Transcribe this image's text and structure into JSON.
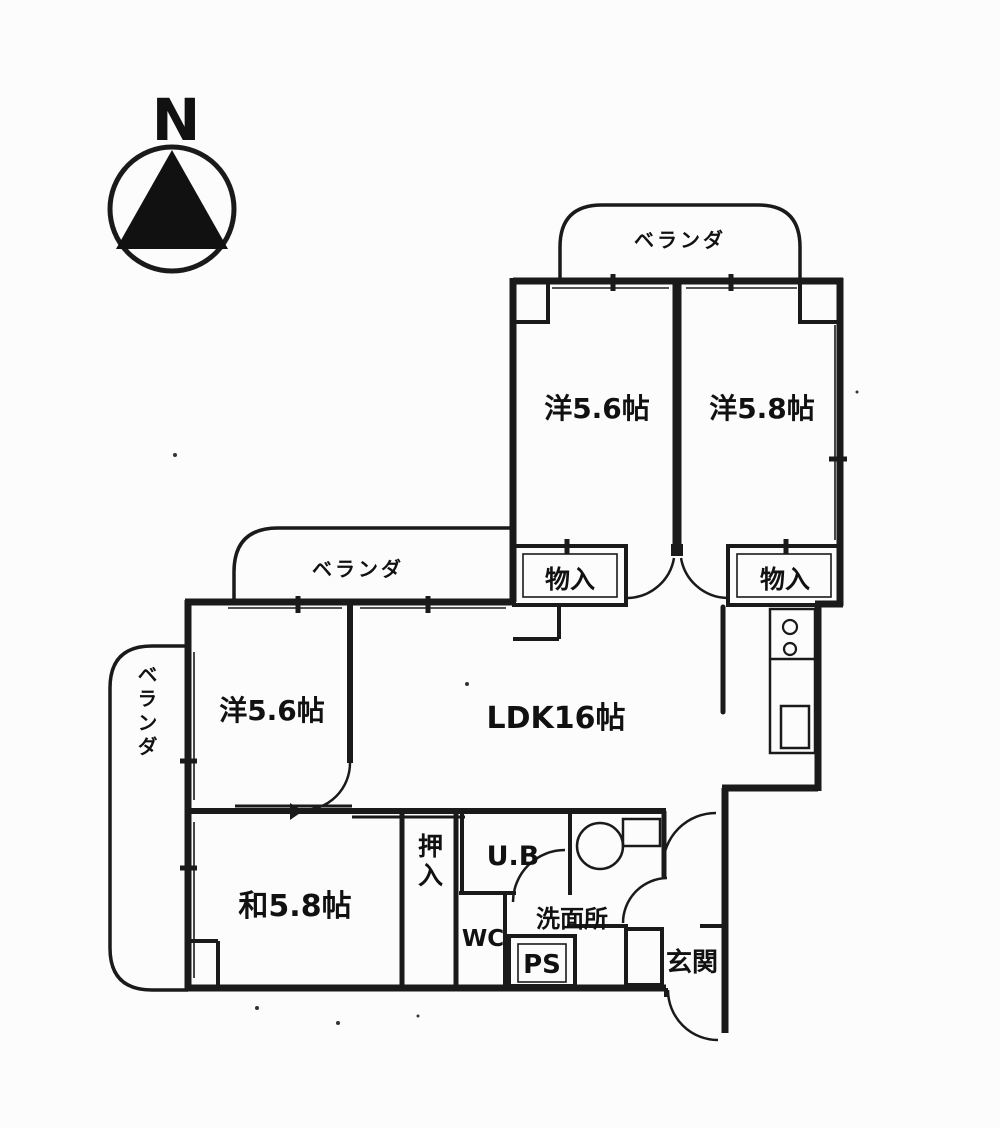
{
  "compass": {
    "label": "N"
  },
  "verandas": {
    "top": {
      "label": "ベランダ"
    },
    "mid": {
      "label": "ベランダ"
    },
    "left": {
      "label": "ベランダ"
    }
  },
  "rooms": [
    {
      "id": "bedroom-top-left",
      "label": "洋5.6帖"
    },
    {
      "id": "bedroom-top-right",
      "label": "洋5.8帖"
    },
    {
      "id": "storage-top-left",
      "label": "物入"
    },
    {
      "id": "storage-top-right",
      "label": "物入"
    },
    {
      "id": "bedroom-west",
      "label": "洋5.6帖"
    },
    {
      "id": "ldk",
      "label": "LDK16帖"
    },
    {
      "id": "japanese-room",
      "label": "和5.8帖"
    },
    {
      "id": "oshiire-closet",
      "label": "押入"
    },
    {
      "id": "unit-bath",
      "label": "U.B"
    },
    {
      "id": "wc",
      "label": "WC"
    },
    {
      "id": "washroom",
      "label": "洗面所"
    },
    {
      "id": "pipe-space",
      "label": "PS"
    },
    {
      "id": "entrance",
      "label": "玄関"
    }
  ],
  "colors": {
    "line": "#1a1a1a",
    "background": "#fcfcfc"
  }
}
